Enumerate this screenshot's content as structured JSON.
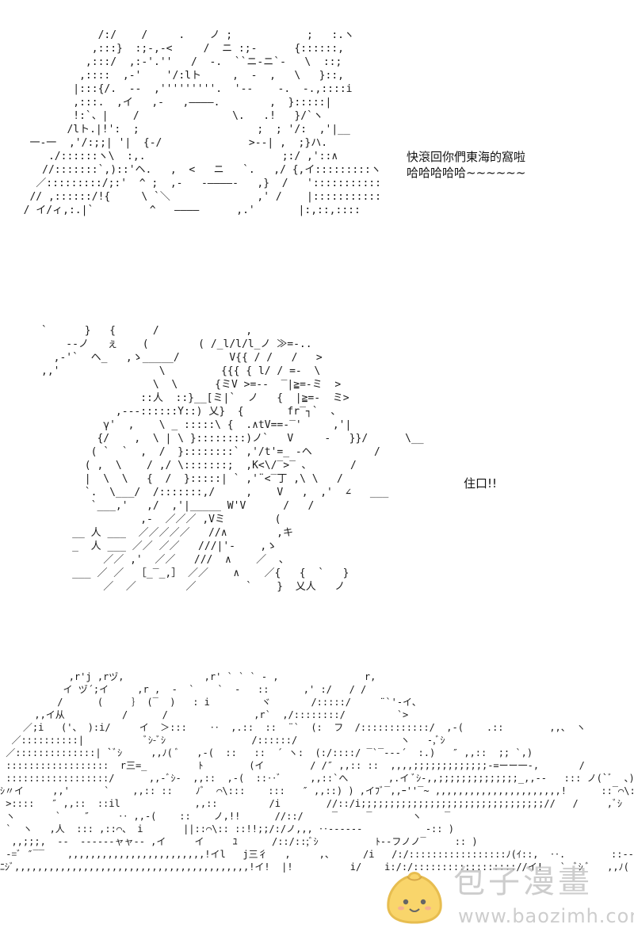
{
  "panels": [
    {
      "dialogue": [
        "快滾回你們東海的窩啦",
        "哈哈哈哈哈~~~~~~"
      ]
    },
    {
      "dialogue": [
        "住口!!"
      ]
    },
    {
      "dialogue": []
    }
  ],
  "art": {
    "panel1": "              /:/    /     .    ノ ;            ;   :.ヽ\n             ,:::}  :;-,-<     /  ニ :;-      {::::::,\n            ,:::/  ,:-'.''   /  -.  ``ニ-ニ`-   \\  ::;\n           ,::::  ,-'    '/:lト     ,  -  ,   \\   }::,\n          |:::{/.  --  ,'''''''''.  '--    -.  -.,::::i\n          ,:::.  ,イ   ,-   ,————.        ,  }:::::|\n          !:`、|    /               \\.   .!   }/`ヽ\n         /lト.|!':  ;                   ;  ; '/:  ,'|__\n   一-一  ,'/:;;| '|  {-/              >--| ,  ;}ハ.\n      ./::::::ヽ\\  :,.                      ;:/ ,'::∧\n     //:::::::`,)::'ヘ.   ,  <   ニ   `.   ,/ {,イ:::::::::ヽ\n    ／:::::::::/;:'  ^ ;  ,-   -————-   ,}  /   ':::::::::::\n   // ,::::::/!{     \\ `＼              ,' /    |:::::::::::\n  / イ/ィ,:.|`         ^   ————      ,.'       |:,::,::::",
    "panel2": "`      }   {      /              ,\n    --ノ   ぇ    (        ( /_l/l/l_ノ ≫=-..\n  ,-'`  ヘ_   ,ゝ_____/        V{{ / /   /   >\n,,'                \\         {{{ { l/ / =-  \\\n                  \\  \\      {ミV >=--  ‾|≧=-ミ  >\n                ::人  ::}__[ミ|`  ノ   {  |≧=-  ミ>\n            ,---::::::Y::) 乂}  {       fr‾┐`  、\n          γ'  ,    \\ _ :::::\\ {  .∧tV==‐‾'     ,'|\n         {/    ,  \\ | \\ }::::::::)ノ`   V     -   }}/      \\__\n        ( `  `  ,  /  }::::::::` ,'/t'=_ -ヘ          /\n       ( ,  \\    / ,/ \\:::::::;  ,K<\\/‾>‾ ､       /\n       |  \\  \\   {  /  }:::::| ` ,'¨<‾丁 ,\\ \\   /\n       `.  \\___/  /:::::::,/     ,    V   ,  ,'  ∠   ___\n        `___,'   ,/  ,'|_____ W'V      /   /\n                ,-  ／／／ ,Vミ        (\n     __ 人 ___  ／／／／／   //∧        ,キ\n     _  人 ___ ／／ ／／   ///|'‐    ,ゝ\n          ／／ ,'  ／／   ///  ∧    ／  、\n     ___ ／ ／  ［_‾_,］ ／／    ∧    ／{   {  `   }\n          ／  ／        ／        `    }  乂人   ノ",
    "panel3": "            ,r'j ,rヅ,              ,r' ` ` ` ‐ ,               r,\n           イ ヅ´;イ     ,r ,  -  `    `  ‐   ::      ,' :/   / /\n          /      (     ｝ (‾  )   : i         ヾ       /:::::/     ¨`'-イ、\n      ,,イ从          /      /               ,r`  ,/::::::::/         `>\n    ／;i   ('、 ):i/     イ  ＞:::    ‥  ,.::  ::  ¨`  (:  フ  /::::::::::::/  ,-(    .::        ,,、 ヽ\n  ／::::::::::|           ﾞｼ-ﾞｼ               /::::::/                  ヽ   ‐,ﾞｼ\n ／::::::::::::::| `ﾞｼ     ,,ﾉ( ﾞ   ,-(  ::   ::  ´ ヽ:  (:/::::/ ‾`‾--‐´  :.)   ″ ,,::  ;; `,)\n ::::::::::::::::::  r三=_         ﾄ        (イ        / /″ ,,:: ::  ,,,,;;;;;;;;;;;;;-=ーー一-,       /\n ::::::::::::::::::/      ,,-ﾞｼ-  ,,::  ,-(  ::‥ﾞ     ,,::`へ       ,.イ ﾞｼ-,,;;;;;;;;;;;;;;_,,--   ::: ノ(`ﾞ  、)\nｼ〃イ     ,,'      `    ,,:: ::    ﾉﾞ  ⌒\\:::    :::   ″ ,,::) ) ,イﾌﾞ‾,,ｰ''‾~ ,,,,,,,,,,,,,,,,,,,,,,!      ::‾⌒\\::  ヽ\n >::::   ″ ,,::  ::il             ,,::         /i        //::/i;;;;;;;;;;;;;;;;;;;;;;;;;;;;;;;;//   /     ,ﾞｼ\n ヽ       `    ″     ‥ ,,-(    ::    ノ,!!      //::/     ‾     ‾       ヽ    ‾\n `  ヽ   ,人  ::: ,::⌒、 i       ||::⌒\\:: ::!!;;/:/ノ,,, ‥‐‐‐‐‐‐           ‐:: )\n  ,,;;;,  ‐‐  ‐‐‐‐‐‐ャャ‐‐ ,イ     イ     ﾕ      /::/::;ﾞｼ          ﾄ‐‐フノノ‾     :: )\n ‐=ﾞ ″‾‾    ,,,,,,,,,,,,,,,,,,,,,,,,!イl   j三彳   ,     ,、     /i   /:/:::::::::::::::::ﾉ(ｲ::,  ‥.        ::‐‐‐‐‐,,\nﾆｼﾞ,,,,,,,,,,,,,,,,,,,,,,,,,,,,,,,,,,,,,,,,,!イ!  |!          i/    i:/:/:::::::::::::::::://イ!   `  ﾞｼ ﾞ   ,,ﾉ(  ﾞ ,,,)"
  },
  "watermark": {
    "title": "包子漫畫",
    "url": "www.baozimh.com",
    "colors": {
      "logo_fill": "#f7c73a",
      "logo_outline": "#e0a816",
      "text": "#bdbdbd"
    }
  }
}
